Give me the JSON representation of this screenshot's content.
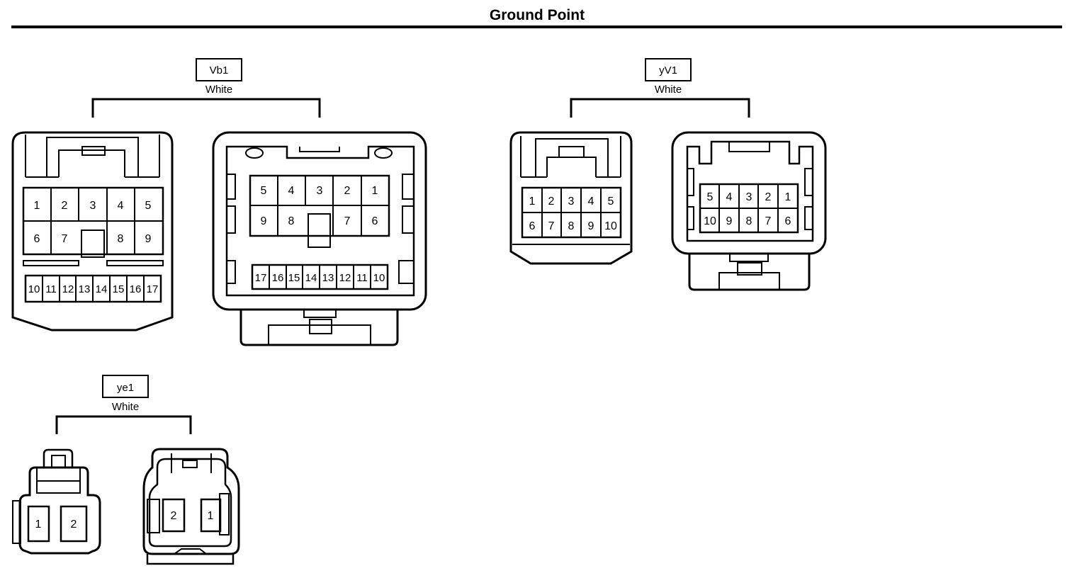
{
  "page": {
    "title": "Ground Point"
  },
  "connectors": {
    "Vb1": {
      "id": "Vb1",
      "color": "White",
      "male": {
        "row1": [
          "1",
          "2",
          "3",
          "4",
          "5"
        ],
        "row2": [
          "6",
          "7",
          "8",
          "9"
        ],
        "row3": [
          "10",
          "11",
          "12",
          "13",
          "14",
          "15",
          "16",
          "17"
        ]
      },
      "female": {
        "row1": [
          "5",
          "4",
          "3",
          "2",
          "1"
        ],
        "row2": [
          "9",
          "8",
          "7",
          "6"
        ],
        "row3": [
          "17",
          "16",
          "15",
          "14",
          "13",
          "12",
          "11",
          "10"
        ]
      }
    },
    "yV1": {
      "id": "yV1",
      "color": "White",
      "male": {
        "row1": [
          "1",
          "2",
          "3",
          "4",
          "5"
        ],
        "row2": [
          "6",
          "7",
          "8",
          "9",
          "10"
        ]
      },
      "female": {
        "row1": [
          "5",
          "4",
          "3",
          "2",
          "1"
        ],
        "row2": [
          "10",
          "9",
          "8",
          "7",
          "6"
        ]
      }
    },
    "ye1": {
      "id": "ye1",
      "color": "White",
      "male": {
        "pins": [
          "1",
          "2"
        ]
      },
      "female": {
        "pins": [
          "2",
          "1"
        ]
      }
    }
  }
}
